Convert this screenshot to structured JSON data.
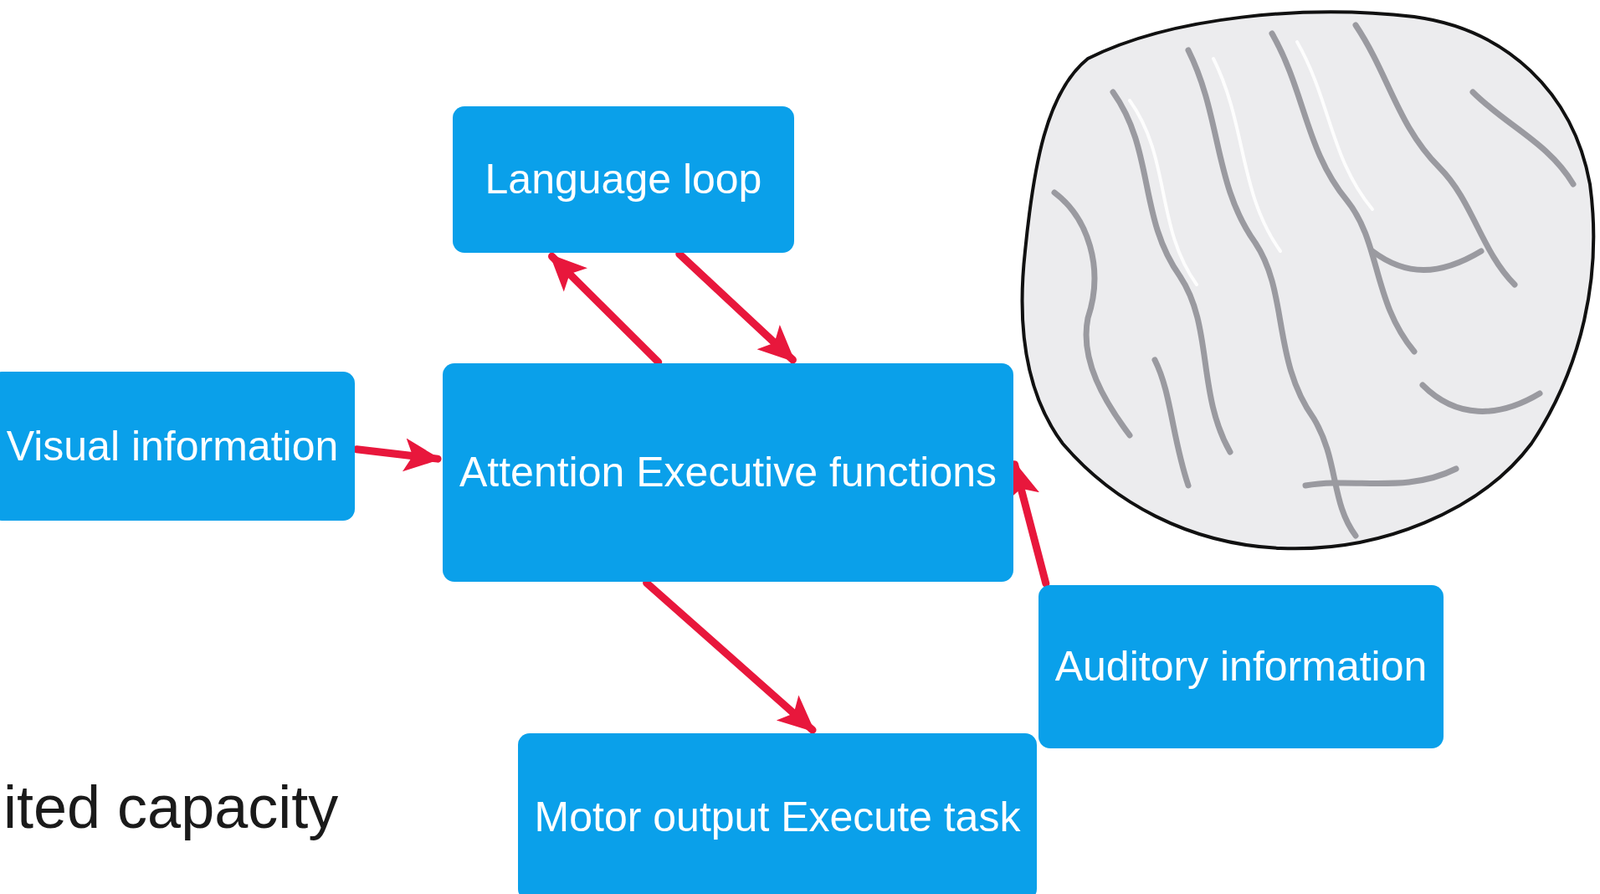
{
  "diagram": {
    "nodes": [
      {
        "text": [
          "Language loop"
        ]
      },
      {
        "text": [
          "Visual information"
        ]
      },
      {
        "text": [
          "Attention Executive functions"
        ]
      },
      {
        "text": [
          "Auditory information"
        ]
      },
      {
        "text": [
          "Motor output Execute task"
        ]
      }
    ],
    "edges": [
      {
        "from": 2,
        "to": 0,
        "arrow": "to"
      },
      {
        "from": 0,
        "to": 2,
        "arrow": "to"
      },
      {
        "from": 1,
        "to": 2,
        "arrow": "to"
      },
      {
        "from": 2,
        "to": 4,
        "arrow": "to"
      },
      {
        "from": 3,
        "to": 2,
        "arrow": "to"
      }
    ],
    "labels": [
      "ited capacity"
    ]
  }
}
